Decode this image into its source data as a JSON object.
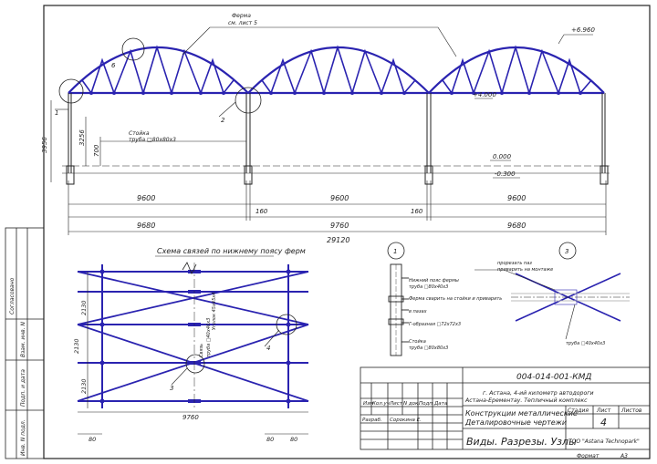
{
  "elevation": {
    "truss_note_1": "Ферма",
    "truss_note_2": "см. лист 5",
    "level_top": "+6.960",
    "level_4000": "+4.000",
    "level_0": "0.000",
    "level_minus": "-0.300",
    "height_total": "3956",
    "height_column": "3256",
    "height_base": "700",
    "column_note_1": "Стойка",
    "column_note_2": "труба □80х80х3",
    "span_1": "9600",
    "span_2": "9600",
    "span_3": "9600",
    "gap_1": "160",
    "gap_2": "160",
    "axis_1": "9680",
    "axis_2": "9760",
    "axis_3": "9680",
    "total_length": "29120",
    "callout_1": "1",
    "callout_2": "2",
    "callout_6": "6"
  },
  "bracing": {
    "title": "Схема связей по нижнему поясу ферм",
    "dim_vertical_1": "2130",
    "dim_vertical_2": "2130",
    "dim_vertical_3": "2130",
    "dim_horizontal": "9760",
    "dim_left": "80",
    "dim_right": "80",
    "dim_mid": "80",
    "tie_label": "Связь",
    "tie_spec": "труба □40х40х3",
    "callout_3": "3",
    "callout_4": "4",
    "bracing_label_left": "Уголок 45х45х4"
  },
  "node1": {
    "callout": "1",
    "note_truss_1": "Нижний пояс фермы",
    "note_truss_2": "труба □80х40х3",
    "note_weld_1": "Ферма сварить на стойки и приварить",
    "note_weld_2": "в пазах",
    "note_plate": "Г-образная □72х72х3",
    "note_col_1": "Стойка",
    "note_col_2": "труба □80х80х3"
  },
  "node3": {
    "callout": "3",
    "note_1": "прорезать паз",
    "note_2": "приварить на монтаже",
    "note_pipe": "труба □40х40х3"
  },
  "stamp": {
    "doc_code": "004-014-001-КМД",
    "location_1": "г. Астана, 4-ий километр автодороги",
    "location_2": "Астана-Ерементау. Тепличный комплекс",
    "subject_1": "Конструкции металлические",
    "subject_2": "Деталировочные чертежи",
    "sheet_title": "Виды. Разрезы. Узлы",
    "col_izm": "Изм",
    "col_kol": "Кол.уч",
    "col_list": "Лист",
    "col_ndok": "N док.",
    "col_podp": "Подп.",
    "col_data": "Дата",
    "row_razrab": "Разраб.",
    "name_razrab": "Сорокина Е.",
    "stage_h": "Стадия",
    "sheet_h": "Лист",
    "sheets_h": "Листов",
    "sheet_no": "4",
    "org": "ТОО \"Astana Technopark\"",
    "format_label": "Формат",
    "format_value": "А3"
  },
  "left_strip": {
    "f1": "Согласовано",
    "f2": "Взам. инв. N",
    "f3": "Подп. и дата",
    "f4": "Инв. N подл."
  }
}
